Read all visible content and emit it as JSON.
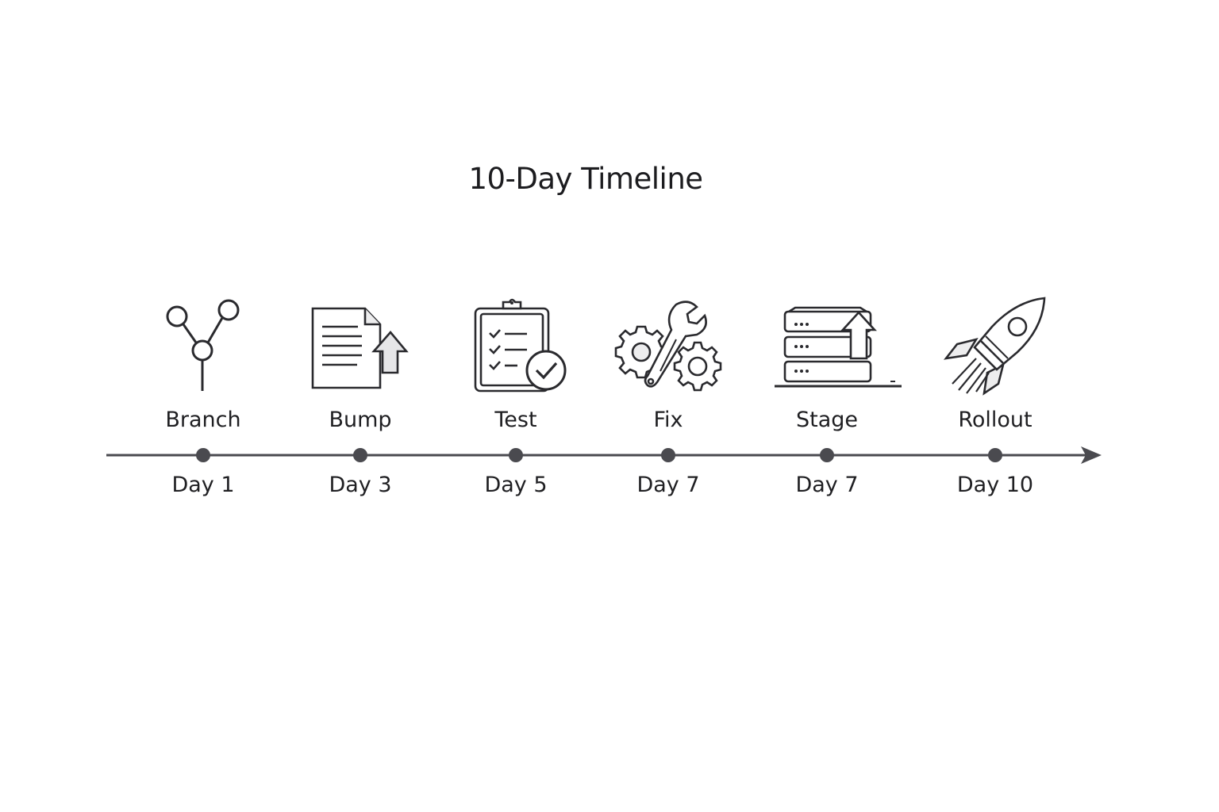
{
  "title": "10-Day Timeline",
  "colors": {
    "line": "#4a4a4f",
    "icon_stroke": "#2a2a2e",
    "icon_fill": "#ededee",
    "text": "#1f1f22"
  },
  "milestones": [
    {
      "label": "Branch",
      "day": "Day 1",
      "icon": "git-branch-icon"
    },
    {
      "label": "Bump",
      "day": "Day 3",
      "icon": "document-upload-icon"
    },
    {
      "label": "Test",
      "day": "Day 5",
      "icon": "clipboard-check-icon"
    },
    {
      "label": "Fix",
      "day": "Day 7",
      "icon": "wrench-gears-icon"
    },
    {
      "label": "Stage",
      "day": "Day 7",
      "icon": "server-upload-icon"
    },
    {
      "label": "Rollout",
      "day": "Day 10",
      "icon": "rocket-icon"
    }
  ]
}
